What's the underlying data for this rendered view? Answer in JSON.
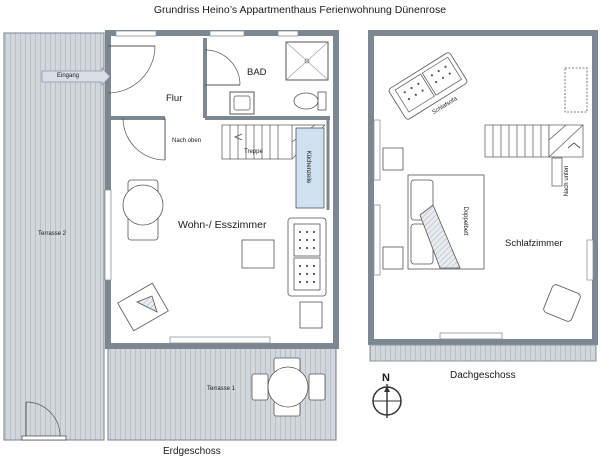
{
  "title": "Grundriss Heino’s Appartmenthaus Ferienwohnung Dünenrose",
  "floors": {
    "erdgeschoss": {
      "label": "Erdgeschoss",
      "rooms": {
        "flur": "Flur",
        "bad": "BAD",
        "wohn": "Wohn-/ Esszimmer",
        "terrasse1": "Terrasse 1",
        "terrasse2": "Terrasse 2"
      },
      "annotations": {
        "eingang": "Eingang",
        "nach_oben": "Nach oben",
        "treppe": "Treppe",
        "kuechenzeile": "Küchenzeile"
      }
    },
    "dachgeschoss": {
      "label": "Dachgeschoss",
      "rooms": {
        "schlafzimmer": "Schlafzimmer"
      },
      "annotations": {
        "schlafsofa": "Schlafsofa",
        "doppelbett": "Doppelbett",
        "nach_unten": "Nach unten"
      }
    }
  },
  "compass": {
    "label": "N"
  },
  "colors": {
    "wall": "#8a95a0",
    "deck": "#cfd4d9",
    "deck_line": "#b3bac2",
    "kitchen": "#cfe0f0"
  }
}
